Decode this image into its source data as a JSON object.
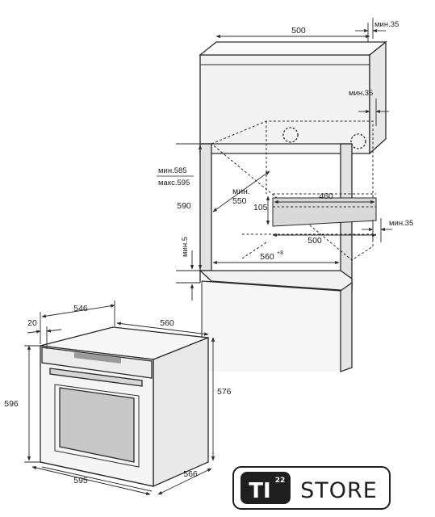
{
  "cabinet": {
    "top_width": "500",
    "top_gap": "мин.35",
    "side_gap": "мин.35",
    "niche_height_min": "мин.585",
    "niche_height_max": "макс.595",
    "niche_height": "590",
    "bottom_gap": "мин.5",
    "depth_min_label": "мин.",
    "depth_min_value": "550",
    "vent_width": "460",
    "vent_height": "105",
    "rear_gap": "мин.35",
    "rear_width": "500",
    "inner_width": "560",
    "inner_width_tol": "+8"
  },
  "oven": {
    "depth": "546",
    "door_offset": "20",
    "width_top": "560",
    "height_body": "576",
    "height_total": "596",
    "width_front": "595",
    "depth_side": "566"
  },
  "logo": {
    "mark": "TI",
    "mark_sup": "22",
    "word": "STORE"
  },
  "colors": {
    "line": "#2a2a2a",
    "fill_front": "#f4f4f4",
    "fill_side": "#e7e7e7",
    "fill_dark": "#d9d9d9",
    "logo_dark": "#1f1f1f"
  }
}
